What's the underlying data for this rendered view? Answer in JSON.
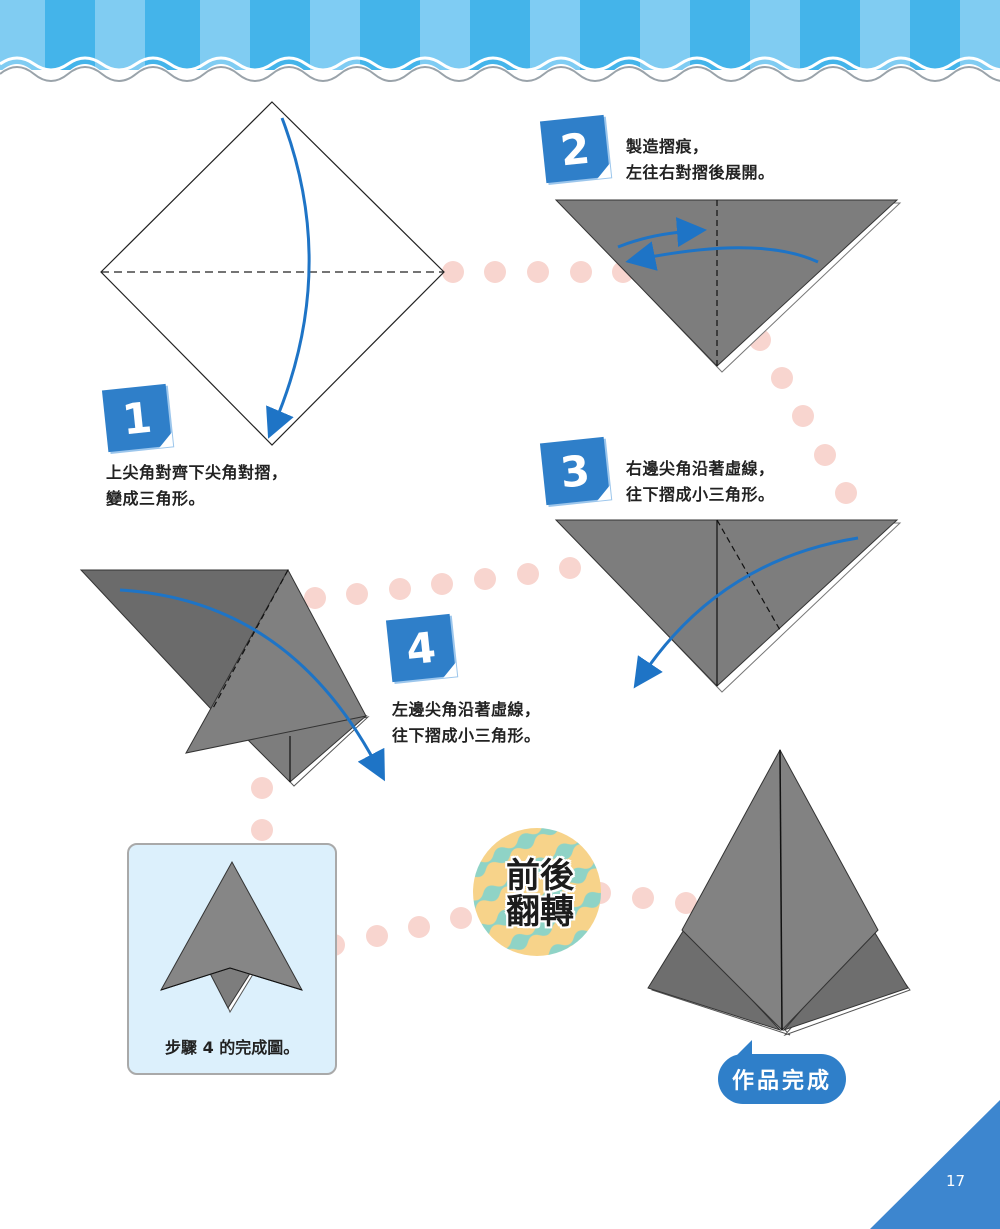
{
  "steps": [
    {
      "number": "1",
      "caption": "上尖角對齊下尖角對摺，\n變成三角形。"
    },
    {
      "number": "2",
      "caption": "製造摺痕，\n左往右對摺後展開。"
    },
    {
      "number": "3",
      "caption": "右邊尖角沿著虛線，\n往下摺成小三角形。"
    },
    {
      "number": "4",
      "caption": "左邊尖角沿著虛線，\n往下摺成小三角形。"
    }
  ],
  "result_box": {
    "caption": "步驟 4 的完成圖。"
  },
  "flip_badge": {
    "text": "前後\n翻轉"
  },
  "finished_bubble": {
    "text": "作品完成"
  },
  "page_number": "17",
  "colors": {
    "accent_blue": "#2f7fc9",
    "paper_gray": "#7d7d7d",
    "dot_pink": "#f8d5cf",
    "result_bg": "#dcf0fc"
  }
}
